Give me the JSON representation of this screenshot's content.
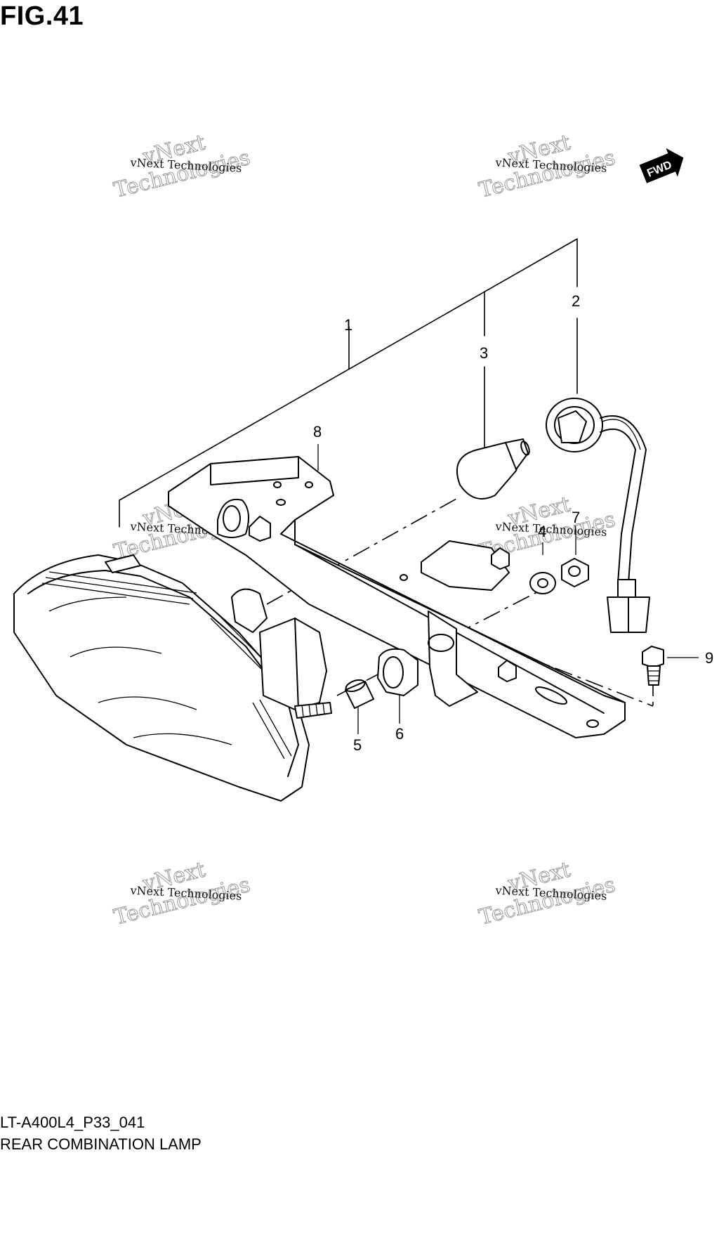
{
  "figure": {
    "title": "FIG.41",
    "model_code": "LT-A400L4_P33_041",
    "caption": "REAR COMBINATION LAMP"
  },
  "direction_badge": {
    "label": "FWD"
  },
  "watermark": {
    "line1": "vNext Technologies",
    "line2": "vNext",
    "line3": "Technologies"
  },
  "callouts": [
    "1",
    "2",
    "3",
    "4",
    "5",
    "6",
    "7",
    "8",
    "9"
  ]
}
